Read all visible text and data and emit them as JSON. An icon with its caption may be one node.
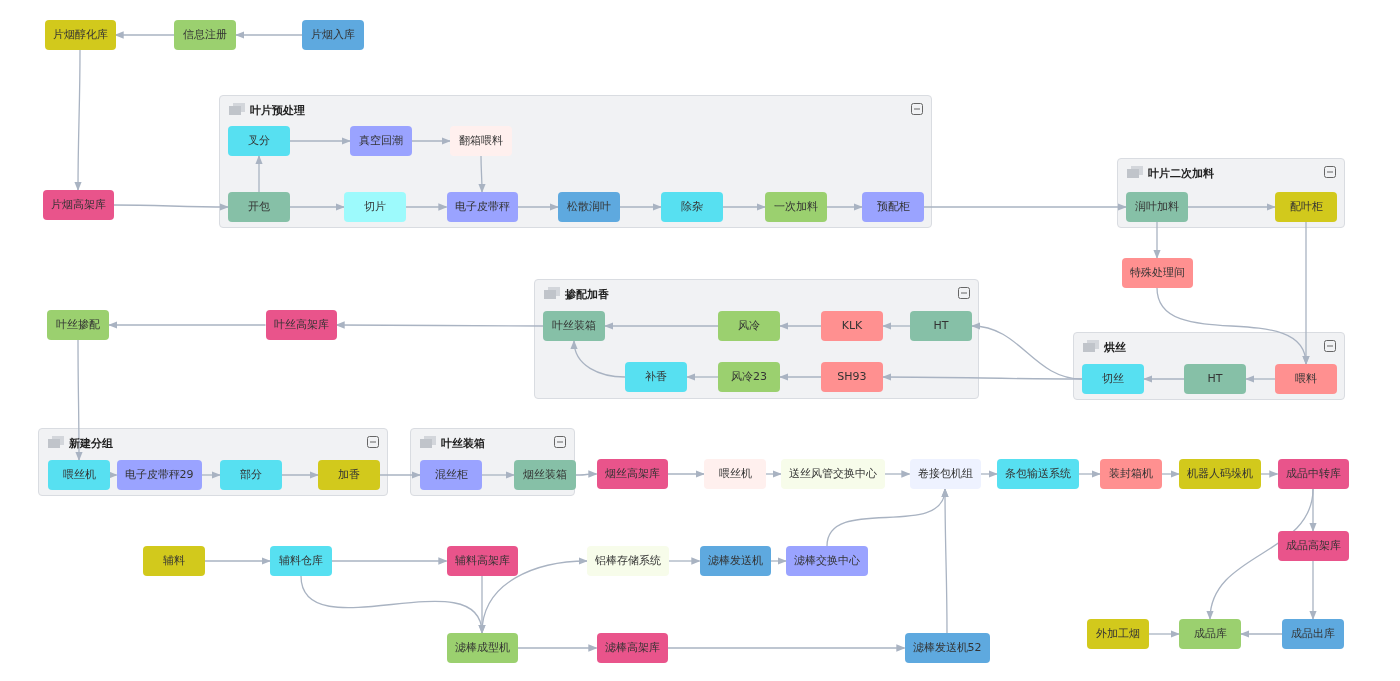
{
  "diagram": {
    "nodes": [
      {
        "text": [
          "片烟醇化库"
        ]
      },
      {
        "text": [
          "信息注册"
        ]
      },
      {
        "text": [
          "片烟入库"
        ]
      },
      {
        "text": [
          "片烟高架库"
        ]
      },
      {
        "text": [
          "叶片预处理"
        ]
      },
      {
        "text": [
          "叉分"
        ],
        "in": 4
      },
      {
        "text": [
          "真空回潮"
        ],
        "in": 4
      },
      {
        "text": [
          "翻箱喂料"
        ],
        "in": 4
      },
      {
        "text": [
          "开包"
        ],
        "in": 4
      },
      {
        "text": [
          "切片"
        ],
        "in": 4
      },
      {
        "text": [
          "电子皮带秤"
        ],
        "in": 4
      },
      {
        "text": [
          "松散润叶"
        ],
        "in": 4
      },
      {
        "text": [
          "除杂"
        ],
        "in": 4
      },
      {
        "text": [
          "一次加料"
        ],
        "in": 4
      },
      {
        "text": [
          "预配柜"
        ],
        "in": 4
      },
      {
        "text": [
          "叶片二次加料"
        ]
      },
      {
        "text": [
          "润叶加料"
        ],
        "in": 15
      },
      {
        "text": [
          "配叶柜"
        ],
        "in": 15
      },
      {
        "text": [
          "特殊处理间"
        ]
      },
      {
        "text": [
          "掺配加香"
        ]
      },
      {
        "text": [
          "叶丝装箱"
        ],
        "in": 19
      },
      {
        "text": [
          "风冷"
        ],
        "in": 19
      },
      {
        "text": [
          "KLK"
        ],
        "in": 19
      },
      {
        "text": [
          "HT"
        ],
        "in": 19
      },
      {
        "text": [
          "补香"
        ],
        "in": 19
      },
      {
        "text": [
          "风冷23"
        ],
        "in": 19
      },
      {
        "text": [
          "SH93"
        ],
        "in": 19
      },
      {
        "text": [
          "叶丝掺配"
        ]
      },
      {
        "text": [
          "叶丝高架库"
        ]
      },
      {
        "text": [
          "烘丝"
        ]
      },
      {
        "text": [
          "切丝"
        ],
        "in": 29
      },
      {
        "text": [
          "HT"
        ],
        "in": 29
      },
      {
        "text": [
          "喂料"
        ],
        "in": 29
      },
      {
        "text": [
          "新建分组"
        ]
      },
      {
        "text": [
          "喂丝机"
        ],
        "in": 33
      },
      {
        "text": [
          "电子皮带秤29"
        ],
        "in": 33
      },
      {
        "text": [
          "部分"
        ],
        "in": 33
      },
      {
        "text": [
          "加香"
        ],
        "in": 33
      },
      {
        "text": [
          "叶丝装箱"
        ]
      },
      {
        "text": [
          "混丝柜"
        ],
        "in": 38
      },
      {
        "text": [
          "烟丝装箱"
        ],
        "in": 38
      },
      {
        "text": [
          "烟丝高架库"
        ]
      },
      {
        "text": [
          "喂丝机"
        ]
      },
      {
        "text": [
          "送丝风管交换中心"
        ]
      },
      {
        "text": [
          "卷接包机组"
        ]
      },
      {
        "text": [
          "条包输送系统"
        ]
      },
      {
        "text": [
          "装封箱机"
        ]
      },
      {
        "text": [
          "机器人码垛机"
        ]
      },
      {
        "text": [
          "成品中转库"
        ]
      },
      {
        "text": [
          "辅料"
        ]
      },
      {
        "text": [
          "辅料仓库"
        ]
      },
      {
        "text": [
          "辅料高架库"
        ]
      },
      {
        "text": [
          "铝棒存储系统"
        ]
      },
      {
        "text": [
          "滤棒发送机"
        ]
      },
      {
        "text": [
          "滤棒交换中心"
        ]
      },
      {
        "text": [
          "成品高架库"
        ]
      },
      {
        "text": [
          "滤棒成型机"
        ]
      },
      {
        "text": [
          "滤棒高架库"
        ]
      },
      {
        "text": [
          "滤棒发送机52"
        ]
      },
      {
        "text": [
          "外加工烟"
        ]
      },
      {
        "text": [
          "成品库"
        ]
      },
      {
        "text": [
          "成品出库"
        ]
      }
    ],
    "edges": [
      {
        "from": 2,
        "to": 1,
        "arrow": "to"
      },
      {
        "from": 1,
        "to": 0,
        "arrow": "to"
      },
      {
        "from": 0,
        "to": 3,
        "arrow": "to"
      },
      {
        "from": 3,
        "to": 8,
        "arrow": "to"
      },
      {
        "from": 8,
        "to": 5,
        "arrow": "to"
      },
      {
        "from": 5,
        "to": 6,
        "arrow": "to"
      },
      {
        "from": 6,
        "to": 7,
        "arrow": "to"
      },
      {
        "from": 7,
        "to": 10,
        "arrow": "to"
      },
      {
        "from": 8,
        "to": 9,
        "arrow": "to"
      },
      {
        "from": 9,
        "to": 10,
        "arrow": "to"
      },
      {
        "from": 10,
        "to": 11,
        "arrow": "to"
      },
      {
        "from": 11,
        "to": 12,
        "arrow": "to"
      },
      {
        "from": 12,
        "to": 13,
        "arrow": "to"
      },
      {
        "from": 13,
        "to": 14,
        "arrow": "to"
      },
      {
        "from": 14,
        "to": 16,
        "arrow": "to"
      },
      {
        "from": 16,
        "to": 17,
        "arrow": "to"
      },
      {
        "from": 16,
        "to": 18,
        "arrow": "to"
      },
      {
        "from": 18,
        "to": 32,
        "arrow": "to"
      },
      {
        "from": 17,
        "to": 32,
        "arrow": "to"
      },
      {
        "from": 32,
        "to": 31,
        "arrow": "to"
      },
      {
        "from": 31,
        "to": 30,
        "arrow": "to"
      },
      {
        "from": 30,
        "to": 23,
        "arrow": "to"
      },
      {
        "from": 30,
        "to": 26,
        "arrow": "to"
      },
      {
        "from": 23,
        "to": 22,
        "arrow": "to"
      },
      {
        "from": 22,
        "to": 21,
        "arrow": "to"
      },
      {
        "from": 21,
        "to": 20,
        "arrow": "to"
      },
      {
        "from": 26,
        "to": 25,
        "arrow": "to"
      },
      {
        "from": 25,
        "to": 24,
        "arrow": "to"
      },
      {
        "from": 24,
        "to": 20,
        "arrow": "to"
      },
      {
        "from": 20,
        "to": 28,
        "arrow": "to"
      },
      {
        "from": 28,
        "to": 27,
        "arrow": "to"
      },
      {
        "from": 27,
        "to": 34,
        "arrow": "to"
      },
      {
        "from": 34,
        "to": 35,
        "arrow": "to"
      },
      {
        "from": 35,
        "to": 36,
        "arrow": "to"
      },
      {
        "from": 36,
        "to": 37,
        "arrow": "to"
      },
      {
        "from": 37,
        "to": 39,
        "arrow": "to"
      },
      {
        "from": 39,
        "to": 40,
        "arrow": "to"
      },
      {
        "from": 40,
        "to": 41,
        "arrow": "to"
      },
      {
        "from": 41,
        "to": 42,
        "arrow": "to"
      },
      {
        "from": 42,
        "to": 43,
        "arrow": "to"
      },
      {
        "from": 43,
        "to": 44,
        "arrow": "to"
      },
      {
        "from": 44,
        "to": 45,
        "arrow": "to"
      },
      {
        "from": 45,
        "to": 46,
        "arrow": "to"
      },
      {
        "from": 46,
        "to": 47,
        "arrow": "to"
      },
      {
        "from": 47,
        "to": 48,
        "arrow": "to"
      },
      {
        "from": 48,
        "to": 55,
        "arrow": "to"
      },
      {
        "from": 55,
        "to": 61,
        "arrow": "to"
      },
      {
        "from": 61,
        "to": 60,
        "arrow": "to"
      },
      {
        "from": 48,
        "to": 60,
        "arrow": "to"
      },
      {
        "from": 59,
        "to": 60,
        "arrow": "to"
      },
      {
        "from": 49,
        "to": 50,
        "arrow": "to"
      },
      {
        "from": 50,
        "to": 51,
        "arrow": "to"
      },
      {
        "from": 50,
        "to": 56,
        "arrow": "to"
      },
      {
        "from": 51,
        "to": 56,
        "arrow": "to"
      },
      {
        "from": 56,
        "to": 52,
        "arrow": "to"
      },
      {
        "from": 52,
        "to": 53,
        "arrow": "to"
      },
      {
        "from": 53,
        "to": 54,
        "arrow": "to"
      },
      {
        "from": 54,
        "to": 44,
        "arrow": "to"
      },
      {
        "from": 56,
        "to": 57,
        "arrow": "to"
      },
      {
        "from": 57,
        "to": 58,
        "arrow": "to"
      },
      {
        "from": 58,
        "to": 44,
        "arrow": "to"
      }
    ]
  }
}
